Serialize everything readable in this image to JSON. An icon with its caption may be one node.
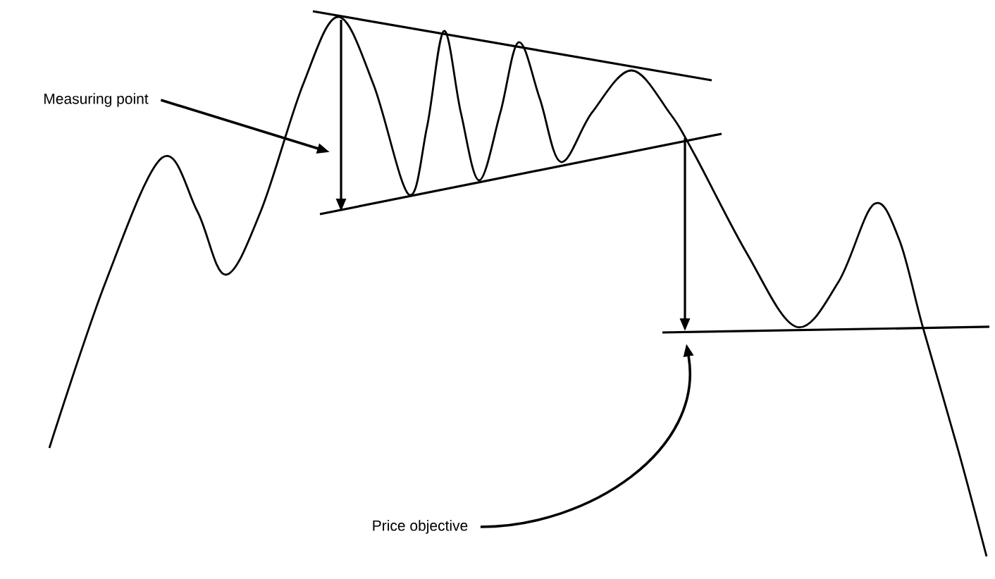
{
  "diagram": {
    "nodes": [
      {
        "text": [
          "Measuring point"
        ]
      },
      {
        "text": [
          "Price objective"
        ]
      }
    ],
    "edges": [
      {
        "from": 0,
        "to": null,
        "arrow": "to"
      },
      {
        "from": 1,
        "to": null,
        "arrow": "to"
      }
    ]
  }
}
